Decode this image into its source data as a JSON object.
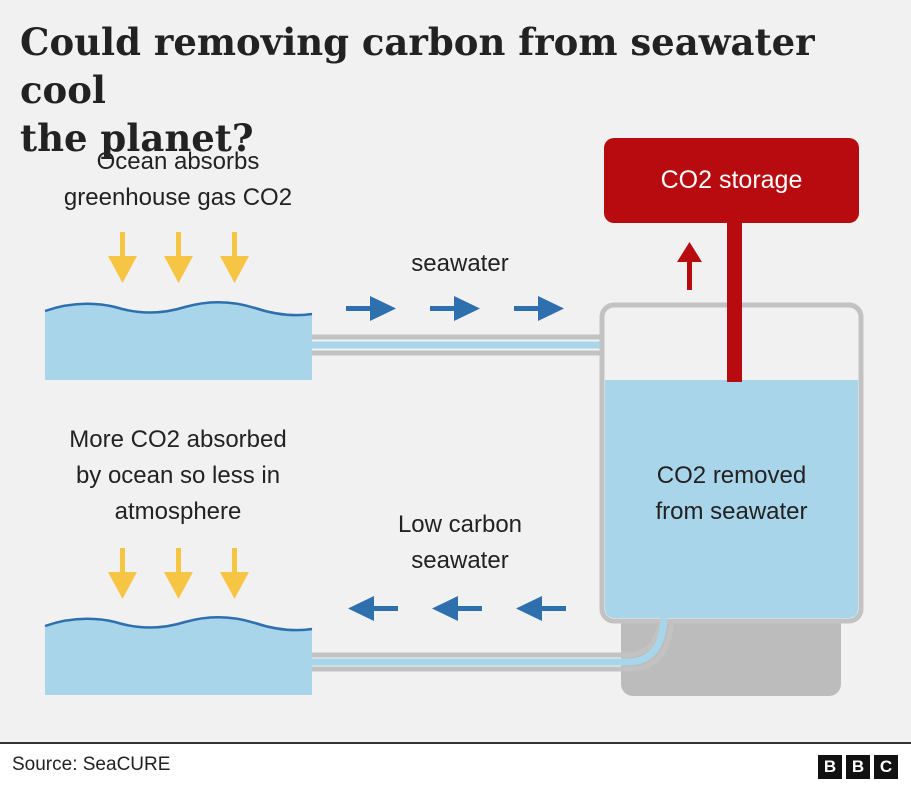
{
  "title": "Could removing carbon from seawater cool\nthe planet?",
  "labels": {
    "ocean_absorbs": "Ocean absorbs\ngreenhouse gas CO2",
    "seawater": "seawater",
    "storage": "CO2 storage",
    "co2_removed": "CO2 removed\nfrom seawater",
    "more_co2": "More CO2 absorbed\nby ocean so less in\natmosphere",
    "low_carbon": "Low carbon\nseawater"
  },
  "footer": {
    "source": "Source: SeaCURE",
    "logo_letters": [
      "B",
      "B",
      "C"
    ]
  },
  "colors": {
    "water": "#a8d5ea",
    "wave_line": "#2e6fae",
    "yellow_arrow": "#f7c544",
    "blue_arrow": "#2e6fae",
    "storage_red": "#b80b10",
    "pipe_grey": "#c2c2c2",
    "base_grey": "#bcbcbc",
    "background": "#f1f1f1"
  }
}
